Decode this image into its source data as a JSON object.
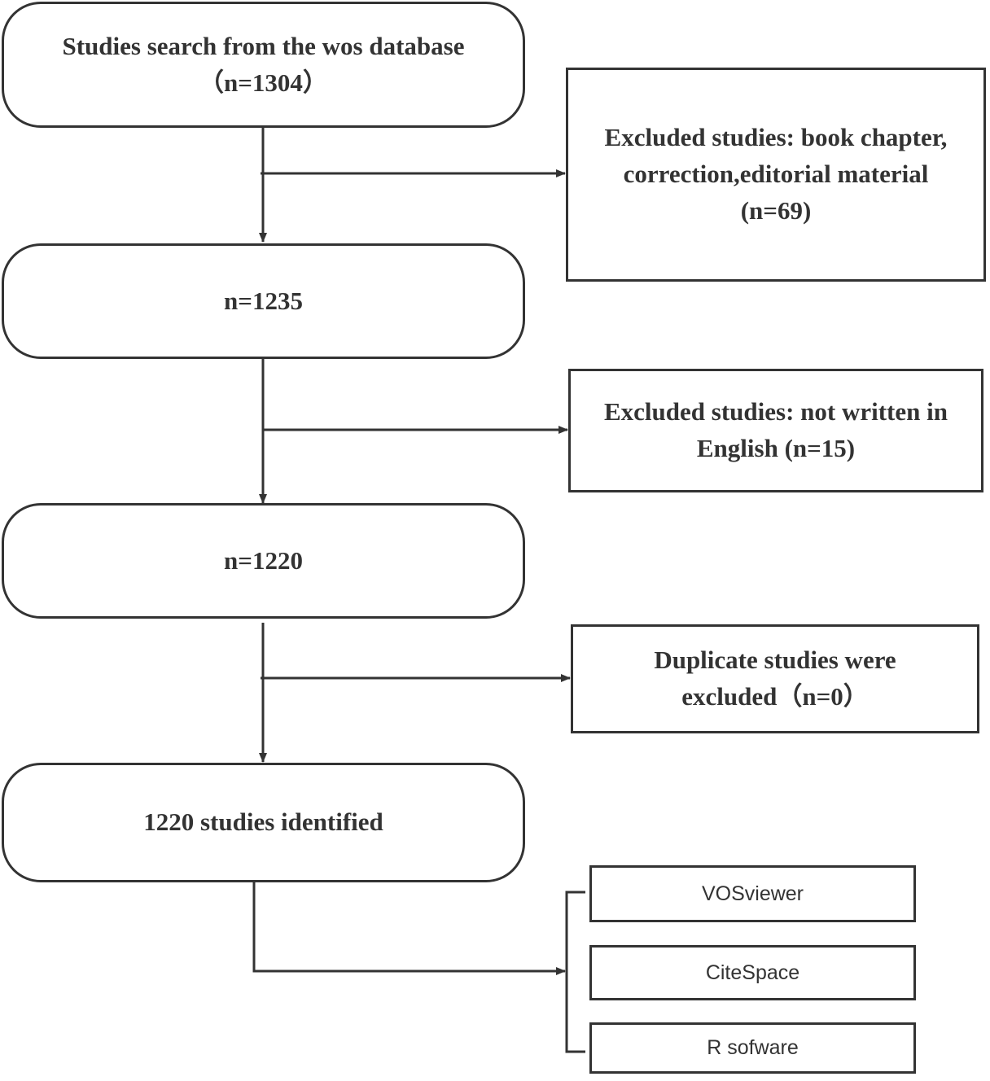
{
  "main_flow": {
    "step1": {
      "line1": "Studies search from the wos database",
      "line2": "（n=1304）"
    },
    "step2": {
      "label": "n=1235"
    },
    "step3": {
      "label": "n=1220"
    },
    "step4": {
      "label": "1220 studies identified"
    }
  },
  "exclusions": {
    "ex1": {
      "text": "Excluded studies: book chapter, correction,editorial material (n=69)"
    },
    "ex2": {
      "text": "Excluded studies: not written in English (n=15)"
    },
    "ex3": {
      "text": "Duplicate studies were excluded（n=0）"
    }
  },
  "tools": [
    {
      "label": "VOSviewer"
    },
    {
      "label": "CiteSpace"
    },
    {
      "label": "R sofware"
    }
  ],
  "colors": {
    "stroke": "#333333",
    "background": "#ffffff"
  }
}
